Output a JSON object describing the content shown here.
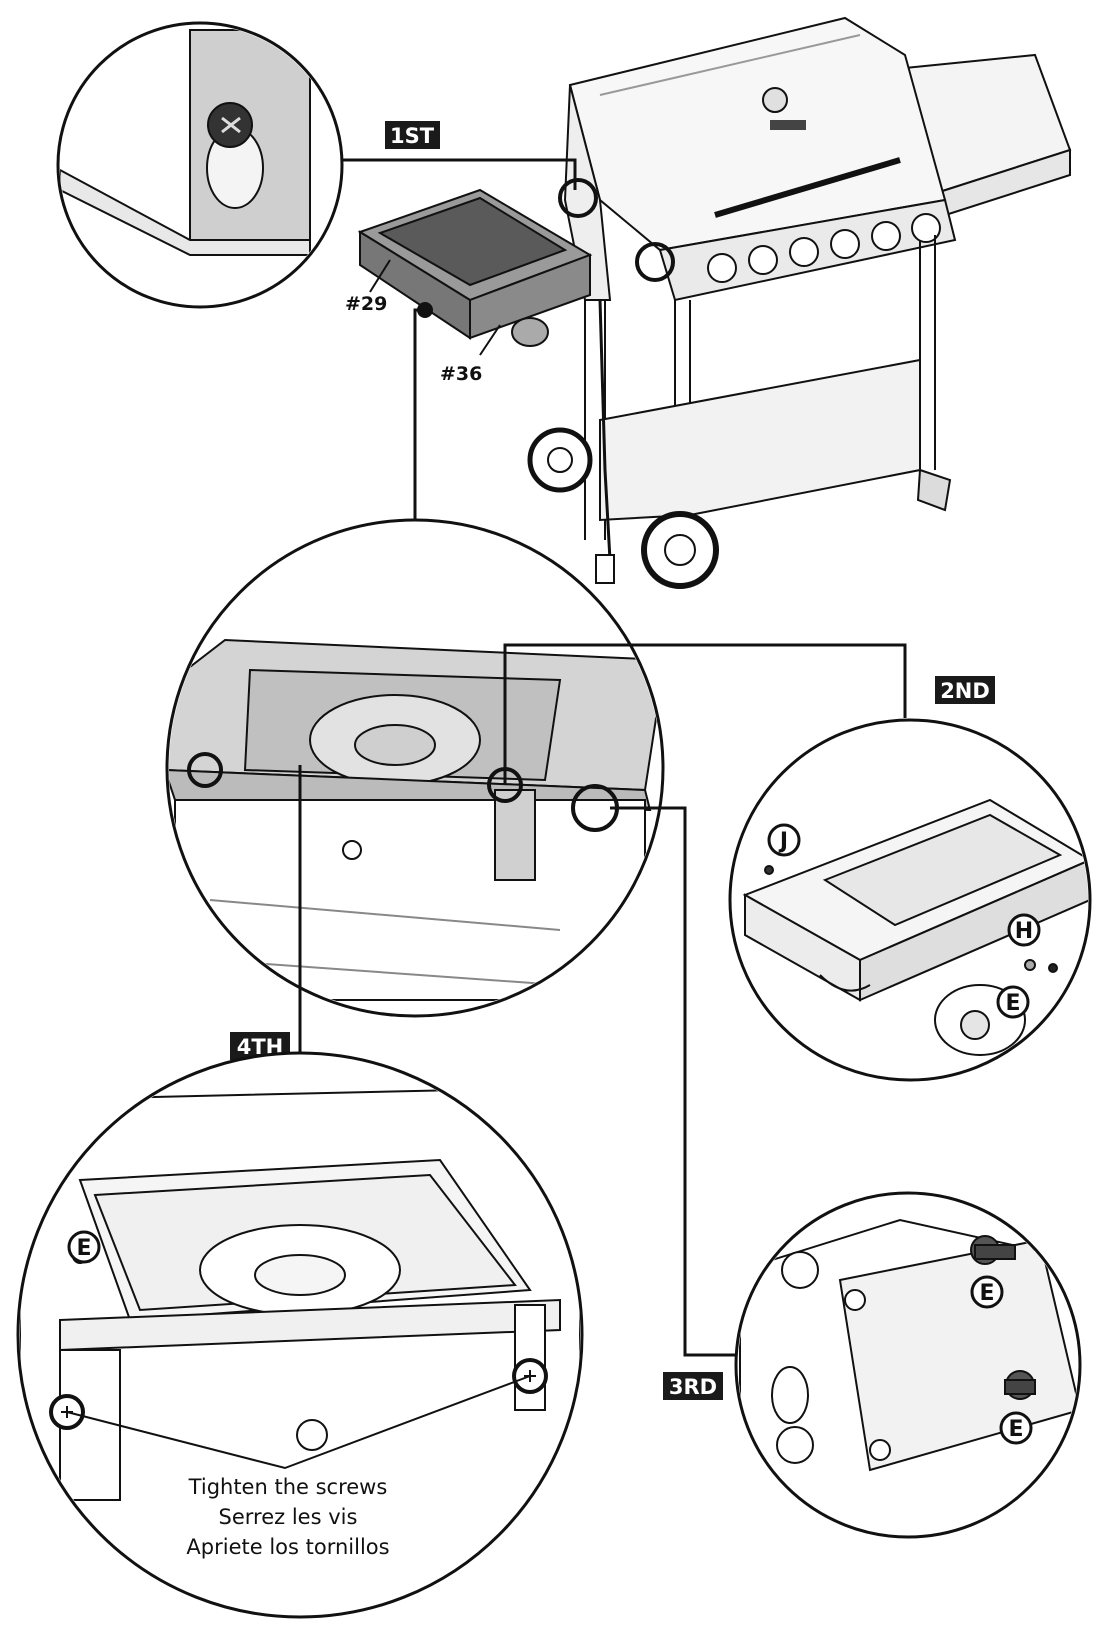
{
  "steps": {
    "first": "1ST",
    "second": "2ND",
    "third": "3RD",
    "fourth": "4TH"
  },
  "parts": {
    "part_29": "#29",
    "part_36": "#36"
  },
  "hardware": {
    "j": "J",
    "h": "H",
    "e_step2": "E",
    "e_step3_top": "E",
    "e_step3_bottom": "E",
    "e_step4": "E"
  },
  "caption": {
    "en": "Tighten the screws",
    "fr": "Serrez les vis",
    "es": "Apriete los tornillos"
  },
  "colors": {
    "ink": "#111111",
    "tag_background": "#1a1a1a",
    "steel_gray": "#9a9a9a",
    "panel_gray": "#d4d4d4"
  }
}
